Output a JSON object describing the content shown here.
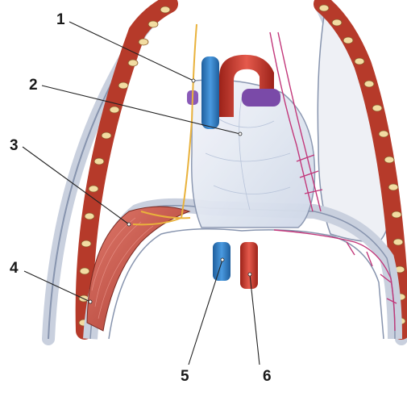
{
  "callouts": [
    {
      "id": "1",
      "label": "1"
    },
    {
      "id": "2",
      "label": "2"
    },
    {
      "id": "3",
      "label": "3"
    },
    {
      "id": "4",
      "label": "4"
    },
    {
      "id": "5",
      "label": "5"
    },
    {
      "id": "6",
      "label": "6"
    }
  ],
  "colors": {
    "rib": "#b63a2a",
    "rib_bone": "#f2dca2",
    "pleura": "#e9ecf2",
    "pleura_edge": "#7c8aa6",
    "muscle": "#c8524a",
    "vein_blue": "#2e7ec4",
    "artery_red": "#d33a30",
    "purple_vessel": "#7a4aa8",
    "nerve_yellow": "#e9b23c",
    "small_vessel_pink": "#c2377a",
    "heart_sac": "#dfe6f1",
    "callout_text": "#1a1a1a",
    "leader_line": "#222222"
  }
}
